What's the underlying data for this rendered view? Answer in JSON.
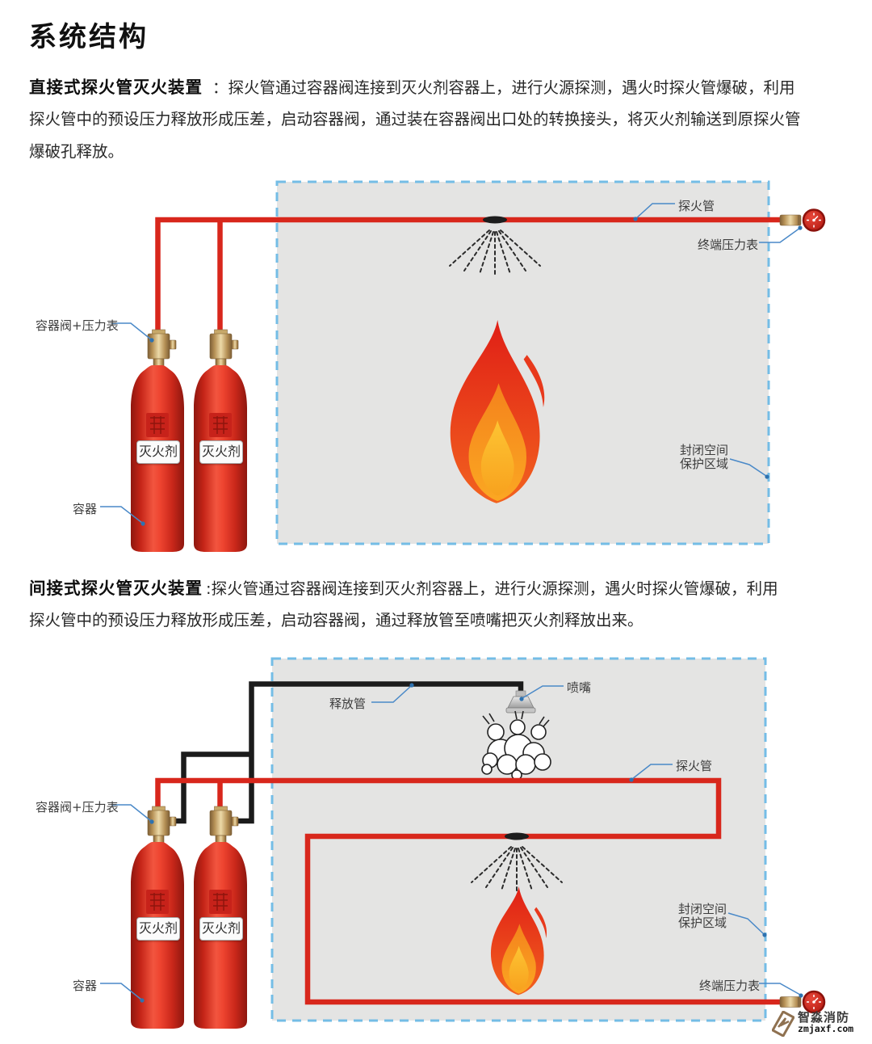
{
  "page": {
    "title": "系统结构"
  },
  "sections": [
    {
      "heading": "直接式探火管灭火装置",
      "line1": "：探火管通过容器阀连接到灭火剂容器上，进行火源探测，遇火时探火管爆破，利用",
      "line2": "探火管中的预设压力释放形成压差，启动容器阀，通过装在容器阀出口处的转换接头，将灭火剂输送到原探火管",
      "line3": "爆破孔释放。"
    },
    {
      "heading": "间接式探火管灭火装置",
      "line1": ":探火管通过容器阀连接到灭火剂容器上，进行火源探测，遇火时探火管爆破，利用",
      "line2": "探火管中的预设压力释放形成压差，启动容器阀，通过释放管至喷嘴把灭火剂释放出来。"
    }
  ],
  "diagram1": {
    "labels": {
      "detection_tube": "探火管",
      "end_pressure_gauge": "终端压力表",
      "container_valve_gauge": "容器阀+压力表",
      "container": "容器",
      "protected_area_line1": "封闭空间",
      "protected_area_line2": "保护区域",
      "agent": "灭火剂"
    }
  },
  "diagram2": {
    "labels": {
      "release_pipe": "释放管",
      "nozzle": "喷嘴",
      "detection_tube": "探火管",
      "end_pressure_gauge": "终端压力表",
      "container_valve_gauge": "容器阀+压力表",
      "container": "容器",
      "protected_area_line1": "封闭空间",
      "protected_area_line2": "保护区域",
      "agent": "灭火剂"
    }
  },
  "watermark": {
    "brand": "智淼消防",
    "site": "zmjaxf.com"
  },
  "colors": {
    "detection_tube_red": "#d8271c",
    "release_pipe_black": "#1b1b1b",
    "area_fill": "#e4e4e3",
    "area_border_blue": "#74bde6",
    "leader_blue": "#4a89c8",
    "brass": "#b79257",
    "flame_red": "#e01f16",
    "flame_orange": "#f4821c",
    "flame_yellow": "#fdc433",
    "brand_bronze": "#8f7150"
  }
}
